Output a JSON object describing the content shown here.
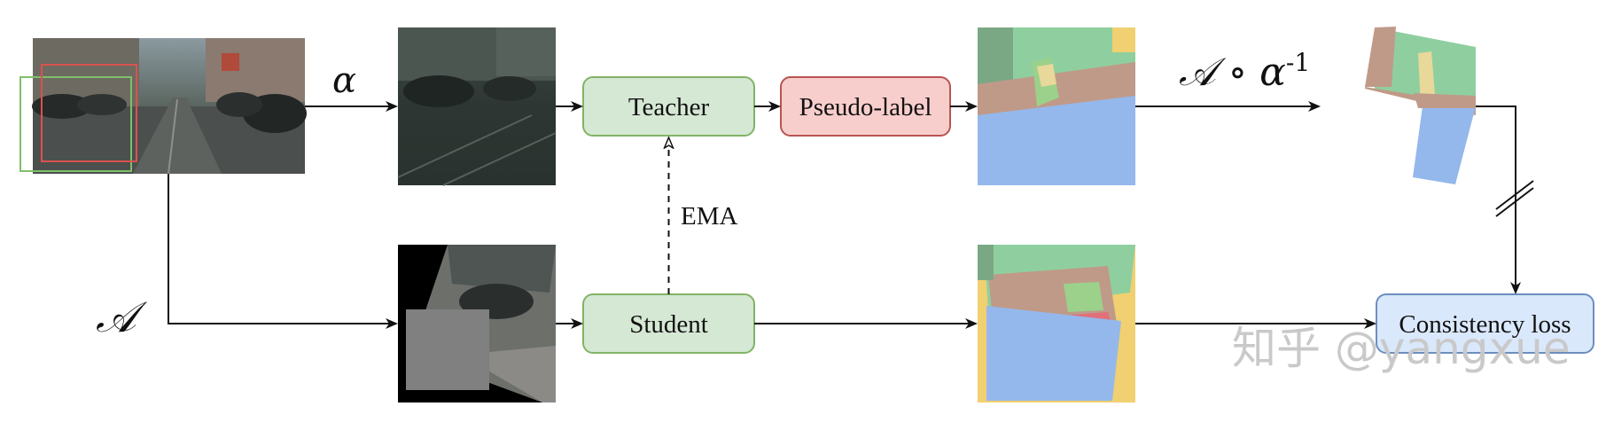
{
  "nodes": {
    "teacher": "Teacher",
    "pseudo_label": "Pseudo-label",
    "student": "Student",
    "consistency_loss": "Consistency loss"
  },
  "edges": {
    "ema": "EMA",
    "alpha": "α",
    "aug": "𝒜",
    "inverse": "𝒜 ∘ α",
    "inverse_sup": "-1"
  },
  "watermark": "知乎 @yangxue",
  "colors": {
    "teacher_fill": "#d5e8d4",
    "teacher_stroke": "#82b366",
    "pseudo_fill": "#f8cecc",
    "pseudo_stroke": "#b85450",
    "loss_fill": "#dae8fc",
    "loss_stroke": "#6c8ebf",
    "crop_green": "#7fbf6a",
    "crop_red": "#d9534f"
  }
}
